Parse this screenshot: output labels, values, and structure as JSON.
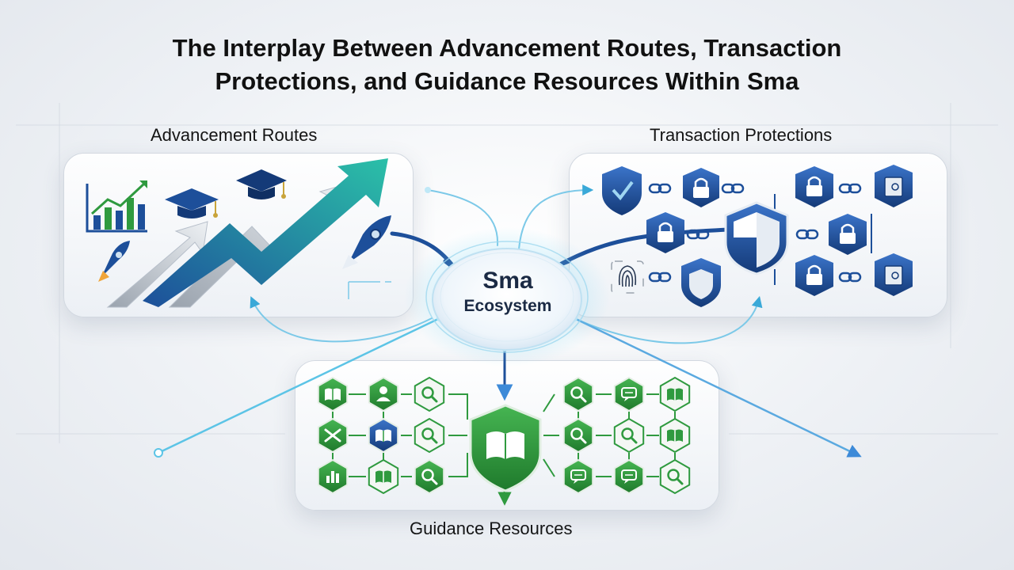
{
  "title": {
    "line1": "The Interplay Between Advancement Routes, Transaction",
    "line2": "Protections, and Guidance Resources Within Sma"
  },
  "sections": {
    "advancement": "Advancement Routes",
    "transaction": "Transaction Protections",
    "guidance": "Guidance Resources"
  },
  "hub": {
    "name": "Sma",
    "subtitle": "Ecosystem"
  },
  "colors": {
    "navy": "#1d4f9a",
    "teal": "#2bb3a0",
    "green": "#2f9a3f",
    "cyan": "#3fc2e6"
  },
  "icons": {
    "advancement": [
      "bar-chart-icon",
      "graduation-cap-icon",
      "rocket-icon",
      "arrow-up-icon"
    ],
    "transaction": [
      "shield-check-icon",
      "padlock-icon",
      "chain-link-icon",
      "fingerprint-icon",
      "vault-icon"
    ],
    "guidance": [
      "book-icon",
      "user-icon",
      "magnifier-icon",
      "chat-bubble-icon",
      "chart-icon"
    ]
  }
}
